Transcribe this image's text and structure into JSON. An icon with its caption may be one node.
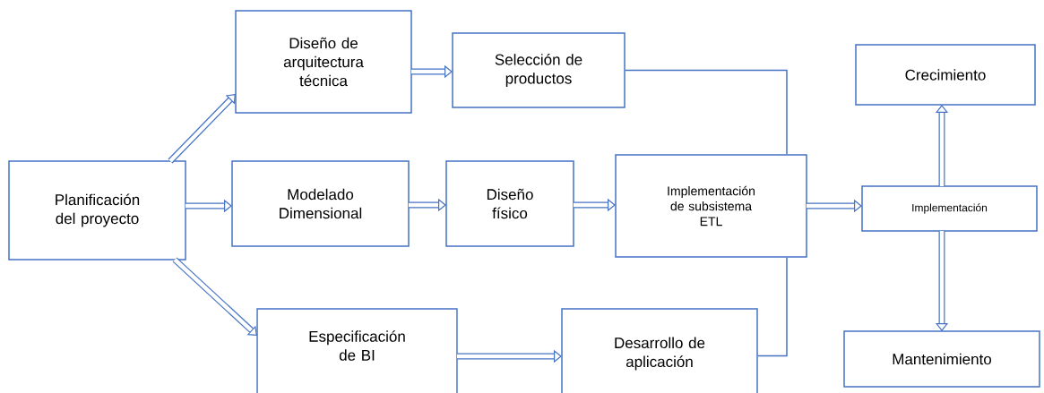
{
  "diagram": {
    "nodes": [
      {
        "text": [
          "Planificación del proyecto"
        ]
      },
      {
        "text": [
          "Diseño de arquitectura técnica"
        ]
      },
      {
        "text": [
          "Selección de productos"
        ]
      },
      {
        "text": [
          "Modelado Dimensional"
        ]
      },
      {
        "text": [
          "Diseño físico"
        ]
      },
      {
        "text": [
          "Implementación de subsistema ETL"
        ]
      },
      {
        "text": [
          "Especificación de BI"
        ]
      },
      {
        "text": [
          "Desarrollo de aplicación"
        ]
      },
      {
        "text": [
          "Crecimiento"
        ]
      },
      {
        "text": [
          "Implementación"
        ]
      },
      {
        "text": [
          "Mantenimiento"
        ]
      }
    ],
    "edges": [
      {
        "from": 0,
        "to": 1,
        "arrow": "to"
      },
      {
        "from": 0,
        "to": 3,
        "arrow": "to"
      },
      {
        "from": 0,
        "to": 6,
        "arrow": "to"
      },
      {
        "from": 1,
        "to": 2,
        "arrow": "to"
      },
      {
        "from": 3,
        "to": 4,
        "arrow": "to"
      },
      {
        "from": 4,
        "to": 5,
        "arrow": "to"
      },
      {
        "from": 6,
        "to": 7,
        "arrow": "to"
      },
      {
        "from": 2,
        "to": 5,
        "arrow": "none"
      },
      {
        "from": 7,
        "to": 5,
        "arrow": "none"
      },
      {
        "from": 5,
        "to": 9,
        "arrow": "to"
      },
      {
        "from": 9,
        "to": 8,
        "arrow": "to"
      },
      {
        "from": 9,
        "to": 10,
        "arrow": "to"
      }
    ]
  }
}
